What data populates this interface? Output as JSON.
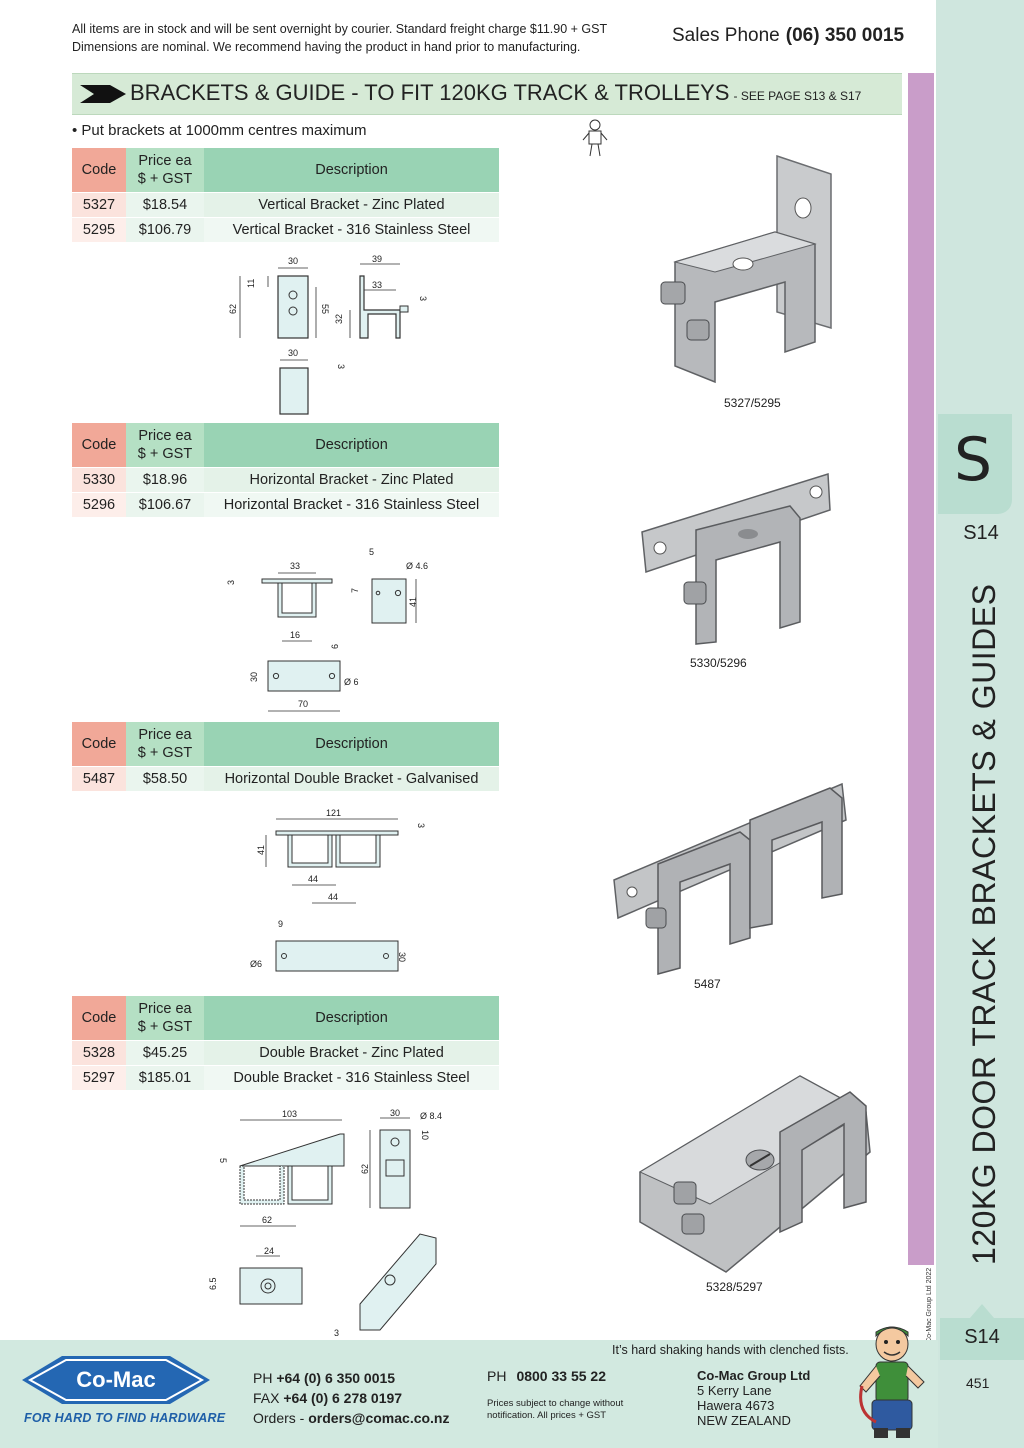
{
  "header": {
    "note_line1": "All items are in stock and will be sent overnight by courier. Standard freight charge $11.90 + GST",
    "note_line2": "Dimensions are nominal. We recommend having the product in hand prior to manufacturing.",
    "sales_label": "Sales Phone",
    "sales_number": "(06) 350 0015"
  },
  "section": {
    "title": "BRACKETS & GUIDE - TO FIT 120KG TRACK & TROLLEYS",
    "title_note": "- SEE PAGE S13 & S17",
    "bullet": "• Put brackets at 1000mm centres maximum"
  },
  "table_headers": {
    "code": "Code",
    "price_line1": "Price ea",
    "price_line2": "$ + GST",
    "description": "Description"
  },
  "tables": [
    {
      "rows": [
        {
          "code": "5327",
          "price": "$18.54",
          "description": "Vertical Bracket - Zinc Plated"
        },
        {
          "code": "5295",
          "price": "$106.79",
          "description": "Vertical Bracket - 316 Stainless Steel"
        }
      ],
      "caption": "5327/5295"
    },
    {
      "rows": [
        {
          "code": "5330",
          "price": "$18.96",
          "description": "Horizontal Bracket - Zinc Plated"
        },
        {
          "code": "5296",
          "price": "$106.67",
          "description": "Horizontal Bracket - 316 Stainless Steel"
        }
      ],
      "caption": "5330/5296"
    },
    {
      "rows": [
        {
          "code": "5487",
          "price": "$58.50",
          "description": "Horizontal Double Bracket - Galvanised"
        }
      ],
      "caption": "5487"
    },
    {
      "rows": [
        {
          "code": "5328",
          "price": "$45.25",
          "description": "Double Bracket - Zinc Plated"
        },
        {
          "code": "5297",
          "price": "$185.01",
          "description": "Double Bracket - 316 Stainless Steel"
        }
      ],
      "caption": "5328/5297"
    }
  ],
  "dimensions": {
    "vertical": {
      "w30": "30",
      "w39": "39",
      "w33": "33",
      "h62": "62",
      "h11": "11",
      "h55": "55",
      "h32": "32",
      "t3": "3",
      "b30": "30",
      "b3": "3"
    },
    "horizontal": {
      "w33": "33",
      "t3": "3",
      "w16": "16",
      "o5": "5",
      "dia46": "Ø 4.6",
      "h7": "7",
      "h41": "41",
      "o6": "6",
      "h30": "30",
      "dia6": "Ø 6",
      "w70": "70"
    },
    "double": {
      "w121": "121",
      "t3": "3",
      "h41": "41",
      "w44a": "44",
      "w44b": "44",
      "o9": "9",
      "dia6": "Ø6",
      "h30": "30"
    },
    "double_bracket": {
      "w103": "103",
      "h5": "5",
      "w62": "62",
      "w30": "30",
      "dia84": "Ø 8.4",
      "h10": "10",
      "h62": "62",
      "w24": "24",
      "h65": "6.5",
      "t3": "3"
    }
  },
  "side_tab": {
    "letter": "S",
    "page_code": "S14",
    "vertical_title": "120KG DOOR TRACK BRACKETS & GUIDES",
    "copyright": "© Co-Mac Group Ltd 2022",
    "page_label": "S14",
    "page_number": "451"
  },
  "footer": {
    "quote": "It’s hard shaking hands with clenched fists.",
    "ph_label": "PH",
    "ph_number": "+64 (0) 6 350 0015",
    "fax_label": "FAX",
    "fax_number": "+64 (0) 6 278 0197",
    "orders_label": "Orders -",
    "orders_email": "orders@comac.co.nz",
    "ph2_label": "PH",
    "ph2_number": "0800 33 55 22",
    "disclaimer": "Prices subject to change without notification. All prices + GST",
    "company_name": "Co-Mac Group Ltd",
    "address1": "5 Kerry Lane",
    "address2": "Hawera 4673",
    "address3": "NEW ZEALAND",
    "logo_text": "Co-Mac",
    "tagline": "FOR HARD TO FIND HARDWARE"
  },
  "colors": {
    "code_header": "#f1a898",
    "price_header": "#b5e0c4",
    "desc_header": "#99d3b4",
    "title_bar": "#d6ead6",
    "purple_bar": "#c99dc9",
    "side_band": "#cfe6de",
    "logo_blue": "#1f5fa8"
  }
}
